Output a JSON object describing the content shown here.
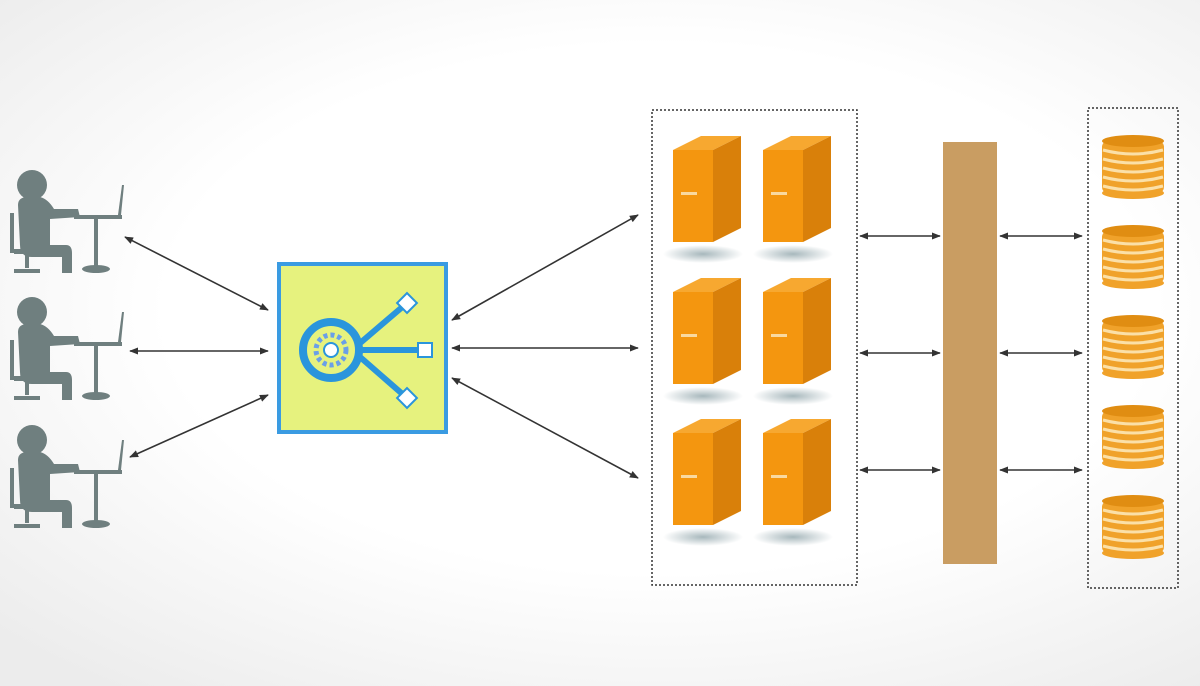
{
  "diagram": {
    "users": {
      "count": 3,
      "icon": "user-at-computer-icon",
      "color": "#6f7f7f"
    },
    "load_balancer": {
      "icon": "gear-hub-icon",
      "fill": "#e6f27e",
      "border": "#3a9be2",
      "accent": "#2a95dc"
    },
    "servers": {
      "count": 6,
      "icon": "server-tower-icon",
      "front": "#f4960f",
      "side": "#d9800a",
      "top": "#f7a830"
    },
    "bus": {
      "color": "#c99d62"
    },
    "databases": {
      "count": 5,
      "icon": "database-cylinder-icon",
      "color": "#f0a22a",
      "stripe": "#fbe0a8"
    },
    "arrow_color": "#333333",
    "group_border": "#333333"
  }
}
